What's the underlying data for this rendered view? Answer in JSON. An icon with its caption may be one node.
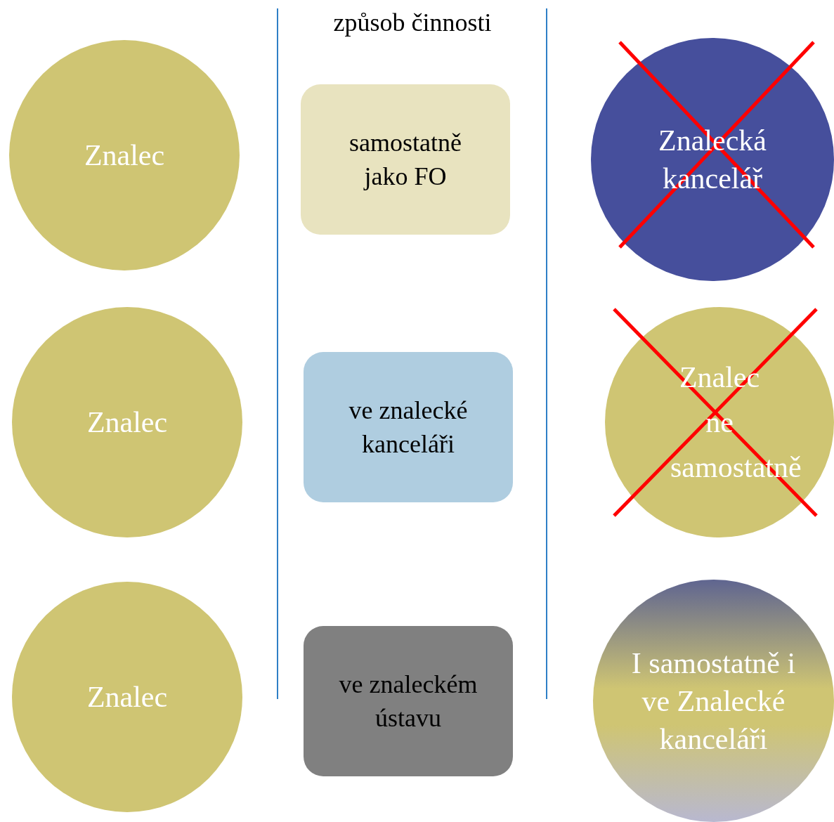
{
  "diagram": {
    "title": "způsob činnosti",
    "nodes": [
      {
        "text": [
          "Znalec"
        ]
      },
      {
        "text": [
          "samostatně jako FO"
        ]
      },
      {
        "text": [
          "Znalecká kancelář"
        ]
      },
      {
        "text": [
          "Znalec"
        ]
      },
      {
        "text": [
          "ve znalecké kanceláři"
        ]
      },
      {
        "text": [
          "Znalec ne samostatně"
        ]
      },
      {
        "text": [
          "Znalec"
        ]
      },
      {
        "text": [
          "ve znaleckém ústavu"
        ]
      },
      {
        "text": [
          "I samostatně i ve Znalecké kanceláři"
        ]
      }
    ]
  }
}
